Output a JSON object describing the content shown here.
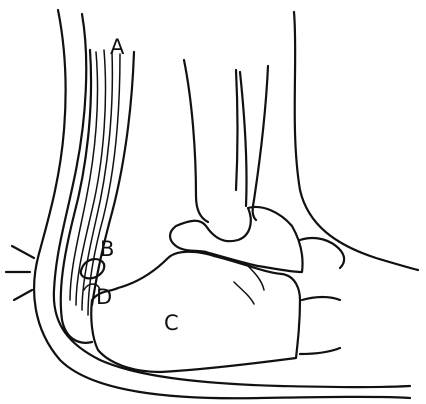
{
  "diagram": {
    "labels": {
      "a": "A",
      "b": "B",
      "c": "C",
      "d": "D"
    },
    "ink_color": "#111111",
    "background": "#ffffff"
  }
}
